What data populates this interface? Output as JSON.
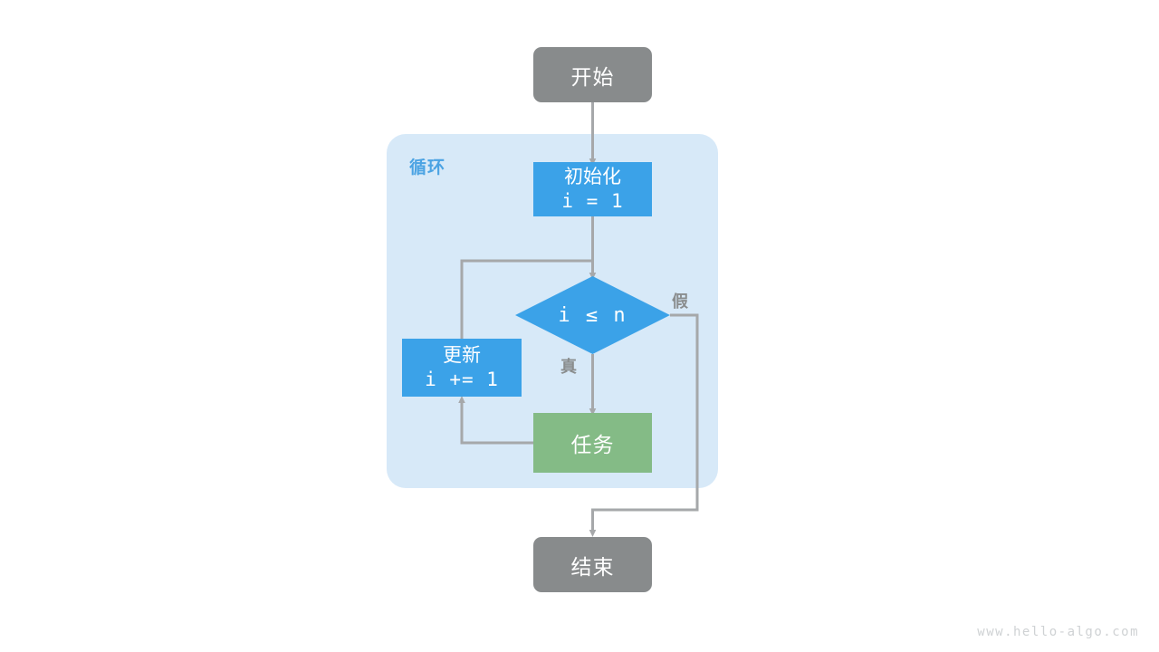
{
  "diagram": {
    "title": "for-loop-flowchart",
    "colors": {
      "terminal_fill": "#888b8c",
      "process_fill": "#3ba2e8",
      "task_fill": "#84bb86",
      "group_fill": "#d7e9f8",
      "edge_stroke": "#a6a8aa",
      "group_caption": "#4ba3e3",
      "edge_label": "#8a8d8e",
      "watermark": "#cfd2d4",
      "node_text": "#ffffff",
      "background": "#ffffff"
    },
    "group": {
      "caption": "循环"
    },
    "nodes": {
      "start": {
        "label": "开始",
        "shape": "rounded-rect"
      },
      "init": {
        "line1": "初始化",
        "line2": "i = 1",
        "shape": "rect"
      },
      "decision": {
        "label": "i ≤ n",
        "shape": "diamond"
      },
      "update": {
        "line1": "更新",
        "line2": "i += 1",
        "shape": "rect"
      },
      "task": {
        "label": "任务",
        "shape": "rect"
      },
      "end": {
        "label": "结束",
        "shape": "rounded-rect"
      }
    },
    "edge_labels": {
      "true_branch": "真",
      "false_branch": "假"
    },
    "watermark": "www.hello-algo.com"
  }
}
